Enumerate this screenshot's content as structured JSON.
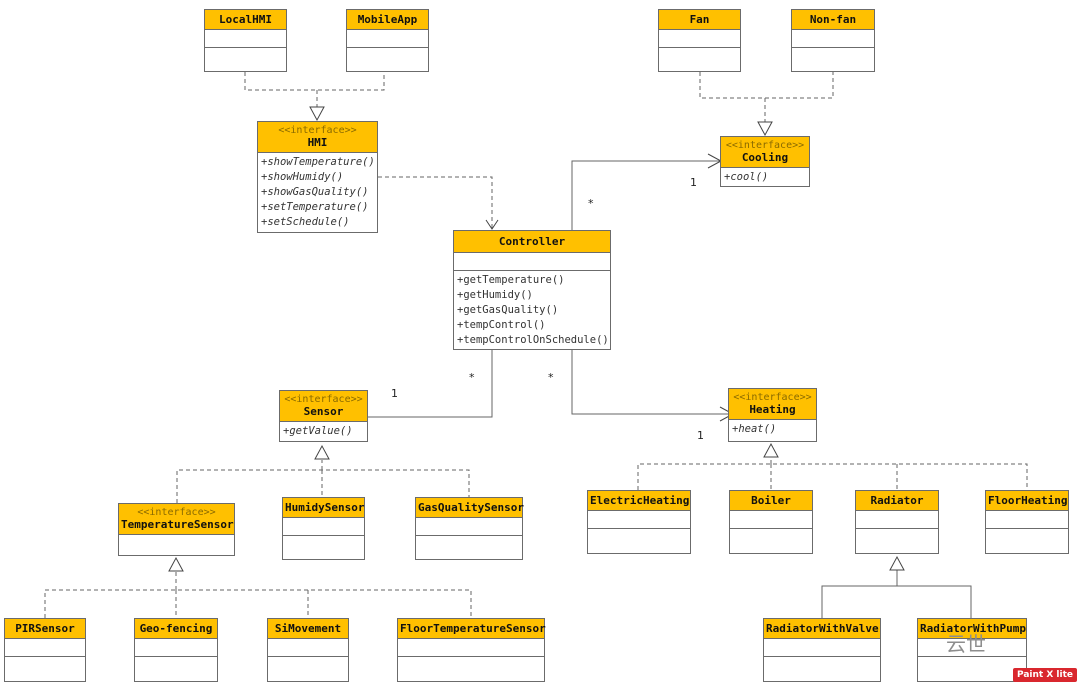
{
  "classes": {
    "local_hmi": {
      "name": "LocalHMI"
    },
    "mobile_app": {
      "name": "MobileApp"
    },
    "fan": {
      "name": "Fan"
    },
    "non_fan": {
      "name": "Non-fan"
    },
    "hmi": {
      "stereotype": "<<interface>>",
      "name": "HMI",
      "operations": [
        "+showTemperature()",
        "+showHumidy()",
        "+showGasQuality()",
        "+setTemperature()",
        "+setSchedule()"
      ]
    },
    "cooling": {
      "stereotype": "<<interface>>",
      "name": "Cooling",
      "operations": [
        "+cool()"
      ]
    },
    "controller": {
      "name": "Controller",
      "operations": [
        "+getTemperature()",
        "+getHumidy()",
        "+getGasQuality()",
        "+tempControl()",
        "+tempControlOnSchedule()"
      ]
    },
    "sensor": {
      "stereotype": "<<interface>>",
      "name": "Sensor",
      "operations": [
        "+getValue()"
      ]
    },
    "heating": {
      "stereotype": "<<interface>>",
      "name": "Heating",
      "operations": [
        "+heat()"
      ]
    },
    "temperature_sensor": {
      "stereotype": "<<interface>>",
      "name": "TemperatureSensor"
    },
    "humidy_sensor": {
      "name": "HumidySensor"
    },
    "gas_quality_sensor": {
      "name": "GasQualitySensor"
    },
    "electric_heating": {
      "name": "ElectricHeating"
    },
    "boiler": {
      "name": "Boiler"
    },
    "radiator": {
      "name": "Radiator"
    },
    "floor_heating": {
      "name": "FloorHeating"
    },
    "pir_sensor": {
      "name": "PIRSensor"
    },
    "geo_fencing": {
      "name": "Geo-fencing"
    },
    "si_movement": {
      "name": "SiMovement"
    },
    "floor_temperature_sensor": {
      "name": "FloorTemperatureSensor"
    },
    "radiator_with_valve": {
      "name": "RadiatorWithValve"
    },
    "radiator_with_pump": {
      "name": "RadiatorWithPump"
    }
  },
  "multiplicities": {
    "cooling_one": "1",
    "cooling_many": "*",
    "sensor_one": "1",
    "sensor_many": "*",
    "heating_one": "1",
    "heating_many": "*"
  },
  "watermark": {
    "text": "云世",
    "badge": "Paint X lite"
  }
}
